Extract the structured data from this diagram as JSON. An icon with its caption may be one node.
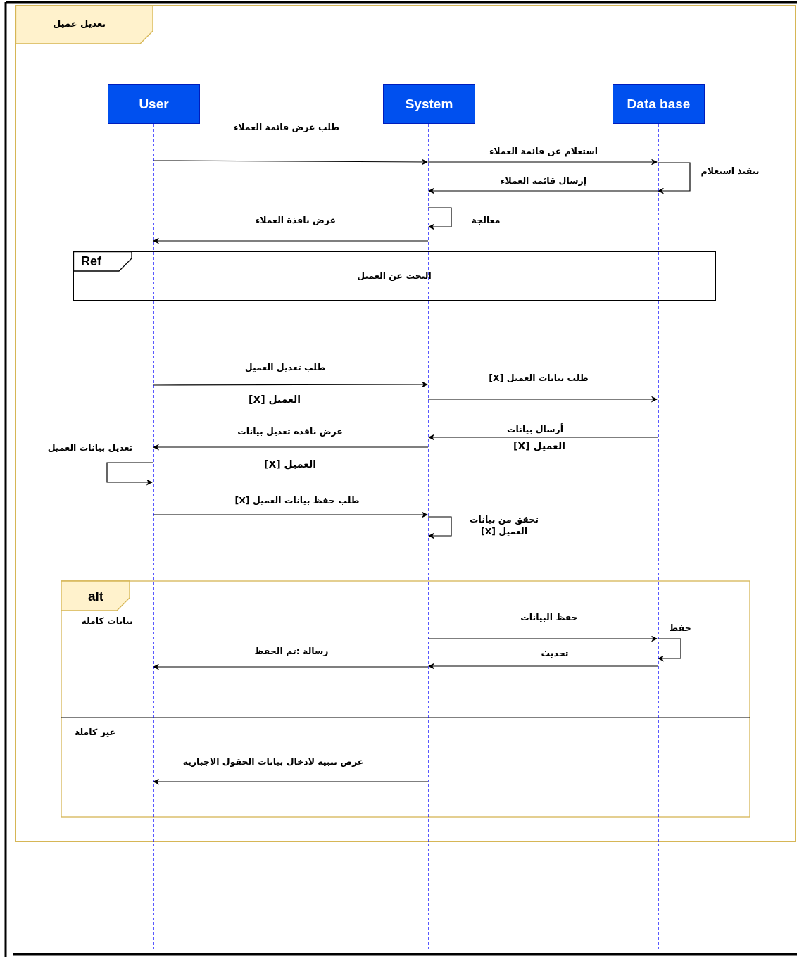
{
  "diagram": {
    "nodes": [
      {
        "text": [
          "تعديل عميل"
        ]
      },
      {
        "text": [
          "User"
        ],
        "in": 0
      },
      {
        "text": [
          "System"
        ],
        "in": 0
      },
      {
        "text": [
          "Data base"
        ],
        "in": 0
      },
      {
        "text": [
          "Ref",
          "البحث عن العميل"
        ],
        "in": 0
      }
    ],
    "edges": [
      {
        "from": 1,
        "to": 2,
        "arrow": "to",
        "label": "طلب عرض قائمة العملاء"
      },
      {
        "from": 2,
        "to": 3,
        "arrow": "to",
        "label": "استعلام عن قائمة العملاء"
      },
      {
        "from": 3,
        "to": 3,
        "arrow": "to",
        "label": "تنفيذ استعلام"
      },
      {
        "from": 3,
        "to": 2,
        "arrow": "to",
        "label": "إرسال قائمة العملاء"
      },
      {
        "from": 2,
        "to": 2,
        "arrow": "to",
        "label": "معالجة"
      },
      {
        "from": 2,
        "to": 1,
        "arrow": "to",
        "label": "عرض نافذة العملاء"
      },
      {
        "from": 1,
        "to": 2,
        "arrow": "to",
        "label": "طلب تعديل العميل"
      },
      {
        "from": 2,
        "to": 3,
        "arrow": "to",
        "label": "طلب بيانات العميل [X]"
      },
      {
        "from": 3,
        "to": 2,
        "arrow": "to",
        "label": "أرسال بيانات"
      },
      {
        "from": 2,
        "to": 1,
        "arrow": "to",
        "label": "عرض نافذة تعديل بيانات"
      },
      {
        "from": 1,
        "to": 1,
        "arrow": "to",
        "label": "تعديل بيانات العميل"
      },
      {
        "from": 1,
        "to": 2,
        "arrow": "to",
        "label": "طلب حفظ بيانات العميل [X]"
      },
      {
        "from": 2,
        "to": 2,
        "arrow": "to",
        "label": "تحقق من بيانات العميل [X]"
      },
      {
        "from": 2,
        "to": 3,
        "arrow": "to",
        "label": "حفظ البيانات"
      },
      {
        "from": 3,
        "to": 3,
        "arrow": "to",
        "label": "حفظ"
      },
      {
        "from": 3,
        "to": 2,
        "arrow": "to",
        "label": "تحديث"
      },
      {
        "from": 2,
        "to": 1,
        "arrow": "to",
        "label": "رسالة :تم الحفظ"
      },
      {
        "from": 2,
        "to": 1,
        "arrow": "to",
        "label": "عرض تنبيه لادخال بيانات الحقول الاجبارية"
      }
    ],
    "labels": [
      "العميل [X]",
      "العميل [X]",
      "العميل [X]",
      "alt",
      "بيانات كاملة",
      "غير كاملة"
    ]
  }
}
